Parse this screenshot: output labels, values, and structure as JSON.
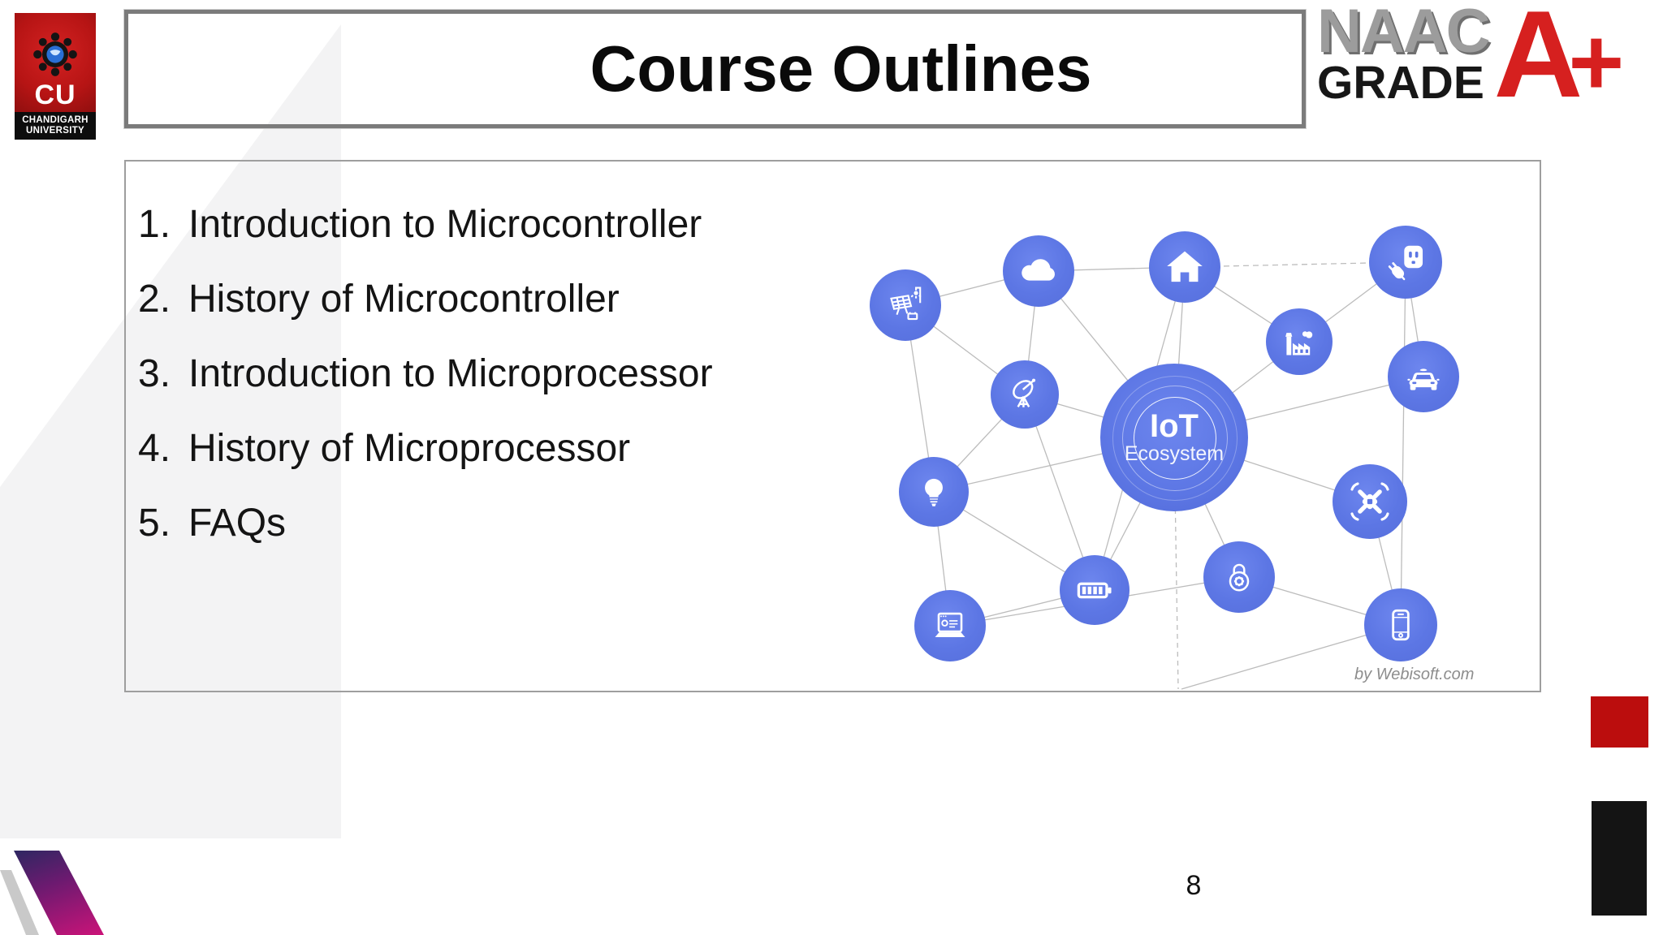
{
  "slide": {
    "title": "Course Outlines",
    "page_number": "8"
  },
  "cu_logo": {
    "abbr": "CU",
    "line1": "CHANDIGARH",
    "line2": "UNIVERSITY"
  },
  "naac_logo": {
    "line1": "NAAC",
    "line2": "GRADE",
    "grade": "A",
    "plus": "+"
  },
  "outline": {
    "items": [
      {
        "num": "1.",
        "text": "Introduction to Microcontroller"
      },
      {
        "num": "2.",
        "text": "History of Microcontroller"
      },
      {
        "num": "3.",
        "text": "Introduction to Microprocessor"
      },
      {
        "num": "4.",
        "text": "History of Microprocessor"
      },
      {
        "num": "5.",
        "text": "FAQs"
      }
    ]
  },
  "diagram": {
    "center": {
      "title": "IoT",
      "subtitle": "Ecosystem"
    },
    "credit": "by Webisoft.com",
    "node_icons": [
      "solar-panel",
      "cloud",
      "smart-home",
      "power-plug",
      "factory",
      "connected-car",
      "satellite-dish",
      "light-bulb",
      "battery",
      "security-lock",
      "drone",
      "laptop",
      "smartphone"
    ]
  },
  "colors": {
    "node_blue": "#5c76e4",
    "accent_red": "#d6201f",
    "naac_gray": "#9c9c9c",
    "cu_red": "#b61414",
    "gradient_start": "#1f2a5e",
    "gradient_end": "#d01379"
  }
}
